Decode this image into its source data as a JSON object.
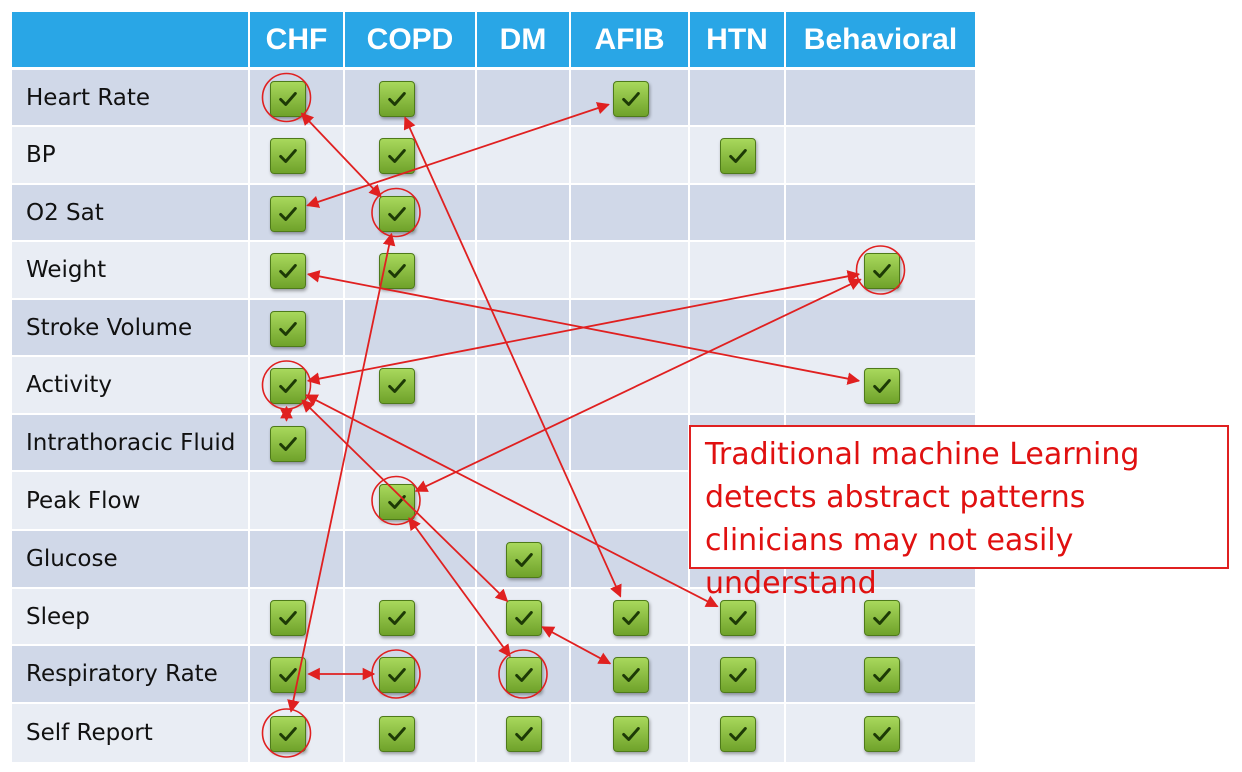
{
  "columns": [
    "CHF",
    "COPD",
    "DM",
    "AFIB",
    "HTN",
    "Behavioral"
  ],
  "rows": [
    {
      "label": "Heart Rate",
      "checks": [
        1,
        1,
        0,
        1,
        0,
        0
      ]
    },
    {
      "label": "BP",
      "checks": [
        1,
        1,
        0,
        0,
        1,
        0
      ]
    },
    {
      "label": "O2 Sat",
      "checks": [
        1,
        1,
        0,
        0,
        0,
        0
      ]
    },
    {
      "label": "Weight",
      "checks": [
        1,
        1,
        0,
        0,
        0,
        1
      ]
    },
    {
      "label": "Stroke Volume",
      "checks": [
        1,
        0,
        0,
        0,
        0,
        0
      ]
    },
    {
      "label": "Activity",
      "checks": [
        1,
        1,
        0,
        0,
        0,
        1
      ]
    },
    {
      "label": "Intrathoracic Fluid",
      "checks": [
        1,
        0,
        0,
        0,
        0,
        0
      ]
    },
    {
      "label": "Peak Flow",
      "checks": [
        0,
        1,
        0,
        0,
        0,
        0
      ]
    },
    {
      "label": "Glucose",
      "checks": [
        0,
        0,
        1,
        0,
        0,
        0
      ]
    },
    {
      "label": "Sleep",
      "checks": [
        1,
        1,
        1,
        1,
        1,
        1
      ]
    },
    {
      "label": "Respiratory Rate",
      "checks": [
        1,
        1,
        1,
        1,
        1,
        1
      ]
    },
    {
      "label": "Self Report",
      "checks": [
        1,
        1,
        1,
        1,
        1,
        1
      ]
    }
  ],
  "circled": [
    [
      0,
      0
    ],
    [
      2,
      1
    ],
    [
      3,
      5
    ],
    [
      5,
      0
    ],
    [
      7,
      1
    ],
    [
      10,
      1
    ],
    [
      10,
      2
    ],
    [
      11,
      0
    ]
  ],
  "arrows": [
    {
      "from": [
        0,
        0
      ],
      "to": [
        2,
        1
      ],
      "double": true
    },
    {
      "from": [
        0,
        1
      ],
      "to": [
        9,
        3
      ],
      "double": true
    },
    {
      "from": [
        0,
        3
      ],
      "to": [
        2,
        0
      ],
      "double": true
    },
    {
      "from": [
        2,
        1
      ],
      "to": [
        11,
        0
      ],
      "double": true
    },
    {
      "from": [
        3,
        0
      ],
      "to": [
        5,
        5
      ],
      "double": true
    },
    {
      "from": [
        3,
        5
      ],
      "to": [
        5,
        0
      ],
      "double": true
    },
    {
      "from": [
        3,
        5
      ],
      "to": [
        7,
        1
      ],
      "double": true
    },
    {
      "from": [
        5,
        0
      ],
      "to": [
        6,
        0
      ],
      "double": true
    },
    {
      "from": [
        5,
        0
      ],
      "to": [
        9,
        2
      ],
      "double": true
    },
    {
      "from": [
        5,
        0
      ],
      "to": [
        9,
        4
      ],
      "double": true
    },
    {
      "from": [
        7,
        1
      ],
      "to": [
        10,
        2
      ],
      "double": true
    },
    {
      "from": [
        9,
        2
      ],
      "to": [
        10,
        3
      ],
      "double": true
    },
    {
      "from": [
        10,
        0
      ],
      "to": [
        10,
        1
      ],
      "double": true
    }
  ],
  "colors": {
    "header": "#29a6e6",
    "row_odd": "#d0d8e8",
    "row_even": "#e9edf4",
    "arrow": "#e02020",
    "check": "#7cb52f"
  },
  "callout": "Traditional machine Learning detects abstract patterns clinicians may not easily understand",
  "check_icon": "checkmark-icon"
}
